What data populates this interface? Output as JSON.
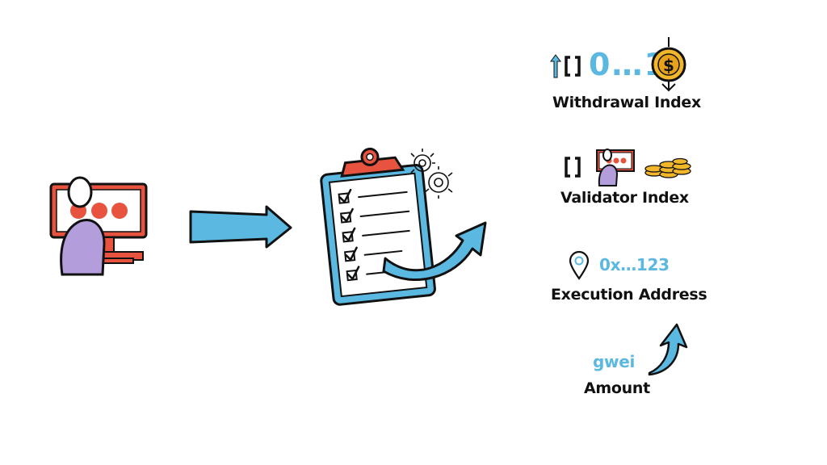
{
  "fields": {
    "withdrawal_index": {
      "label": "Withdrawal Index",
      "range_text": "0…1",
      "icon": "dollar-coin-icon"
    },
    "validator_index": {
      "label": "Validator Index",
      "icon": "gold-coins-icon"
    },
    "execution_address": {
      "label": "Execution Address",
      "value": "0x…123",
      "icon": "location-pin-icon"
    },
    "amount": {
      "label": "Amount",
      "unit": "gwei"
    }
  },
  "colors": {
    "arrow_blue": "#5bb8e0",
    "screen_red": "#e8533f",
    "person_purple": "#b39ddb",
    "outline": "#111111"
  }
}
